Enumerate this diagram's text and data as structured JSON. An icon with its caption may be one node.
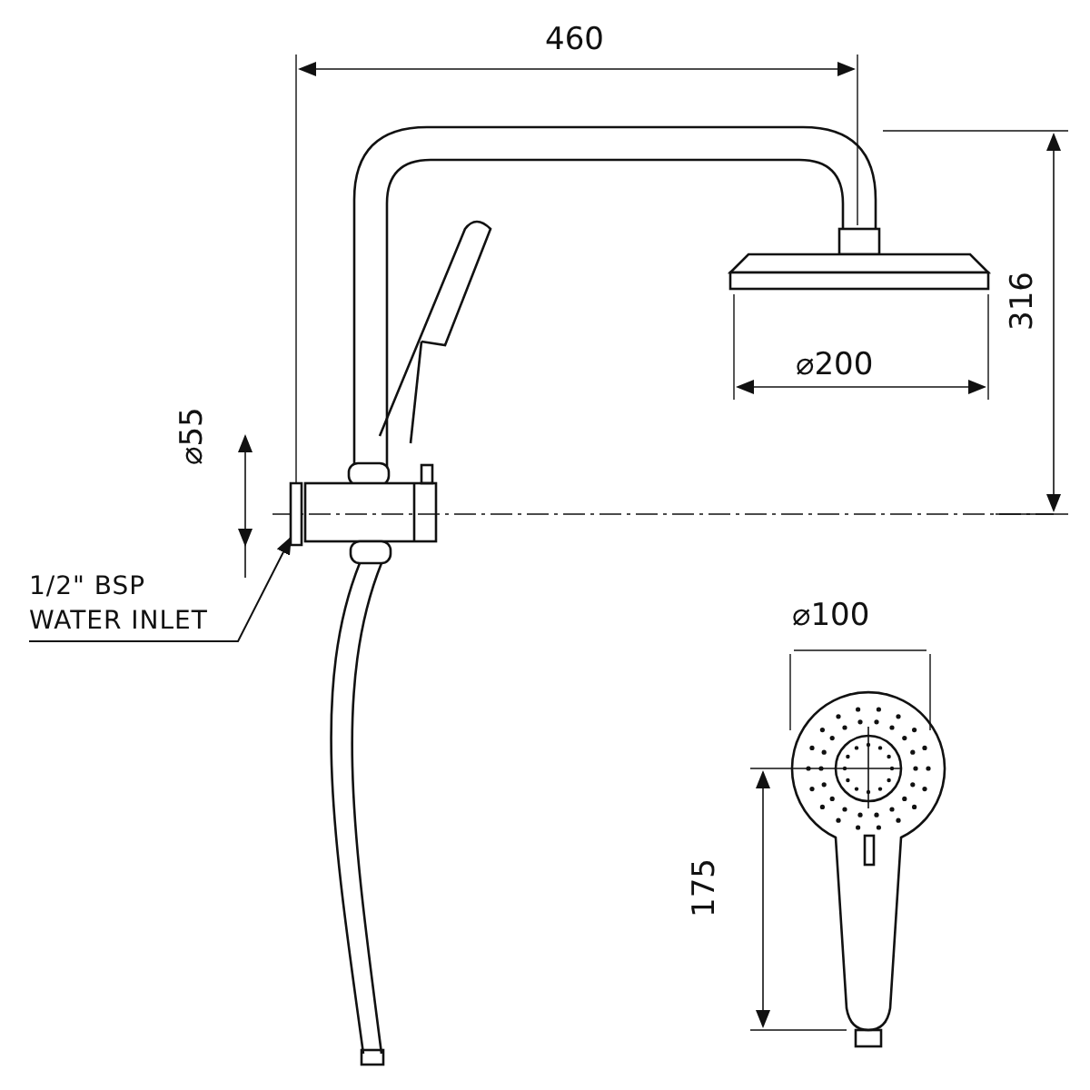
{
  "diagram": {
    "nodes": [
      {
        "text": [
          "1/2\" BSP WATER INLET"
        ]
      },
      {
        "text": [],
        "shape": "box"
      }
    ],
    "edges": [
      {
        "from": 0,
        "to": 1,
        "arrow": "to"
      }
    ],
    "labels": [
      "460",
      "316",
      "⌀200",
      "⌀55",
      "⌀100",
      "175"
    ]
  }
}
